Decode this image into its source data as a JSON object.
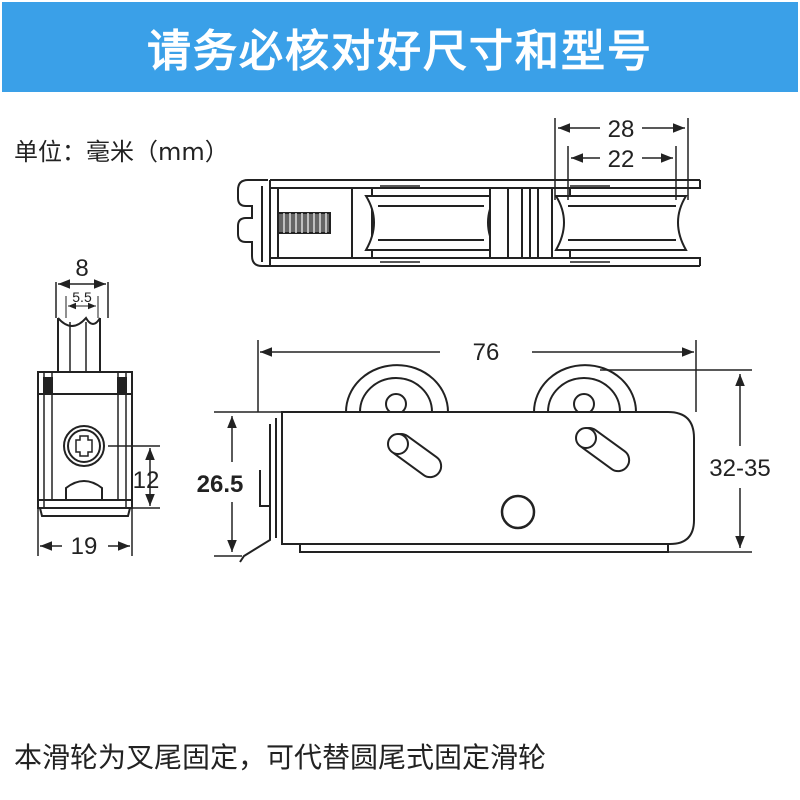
{
  "header": {
    "title": "请务必核对好尺寸和型号"
  },
  "unit_note": "单位：毫米（mm）",
  "dimensions": {
    "top_outer_width": "28",
    "top_inner_width": "22",
    "side_outer_width": "8",
    "side_groove_width": "5.5",
    "side_screw_height": "12",
    "side_base_width": "19",
    "front_length": "76",
    "front_body_height": "26.5",
    "front_total_height": "32-35"
  },
  "footer_note": "本滑轮为叉尾固定，可代替圆尾式固定滑轮",
  "colors": {
    "banner": "#3aa0e8",
    "line": "#222222"
  }
}
